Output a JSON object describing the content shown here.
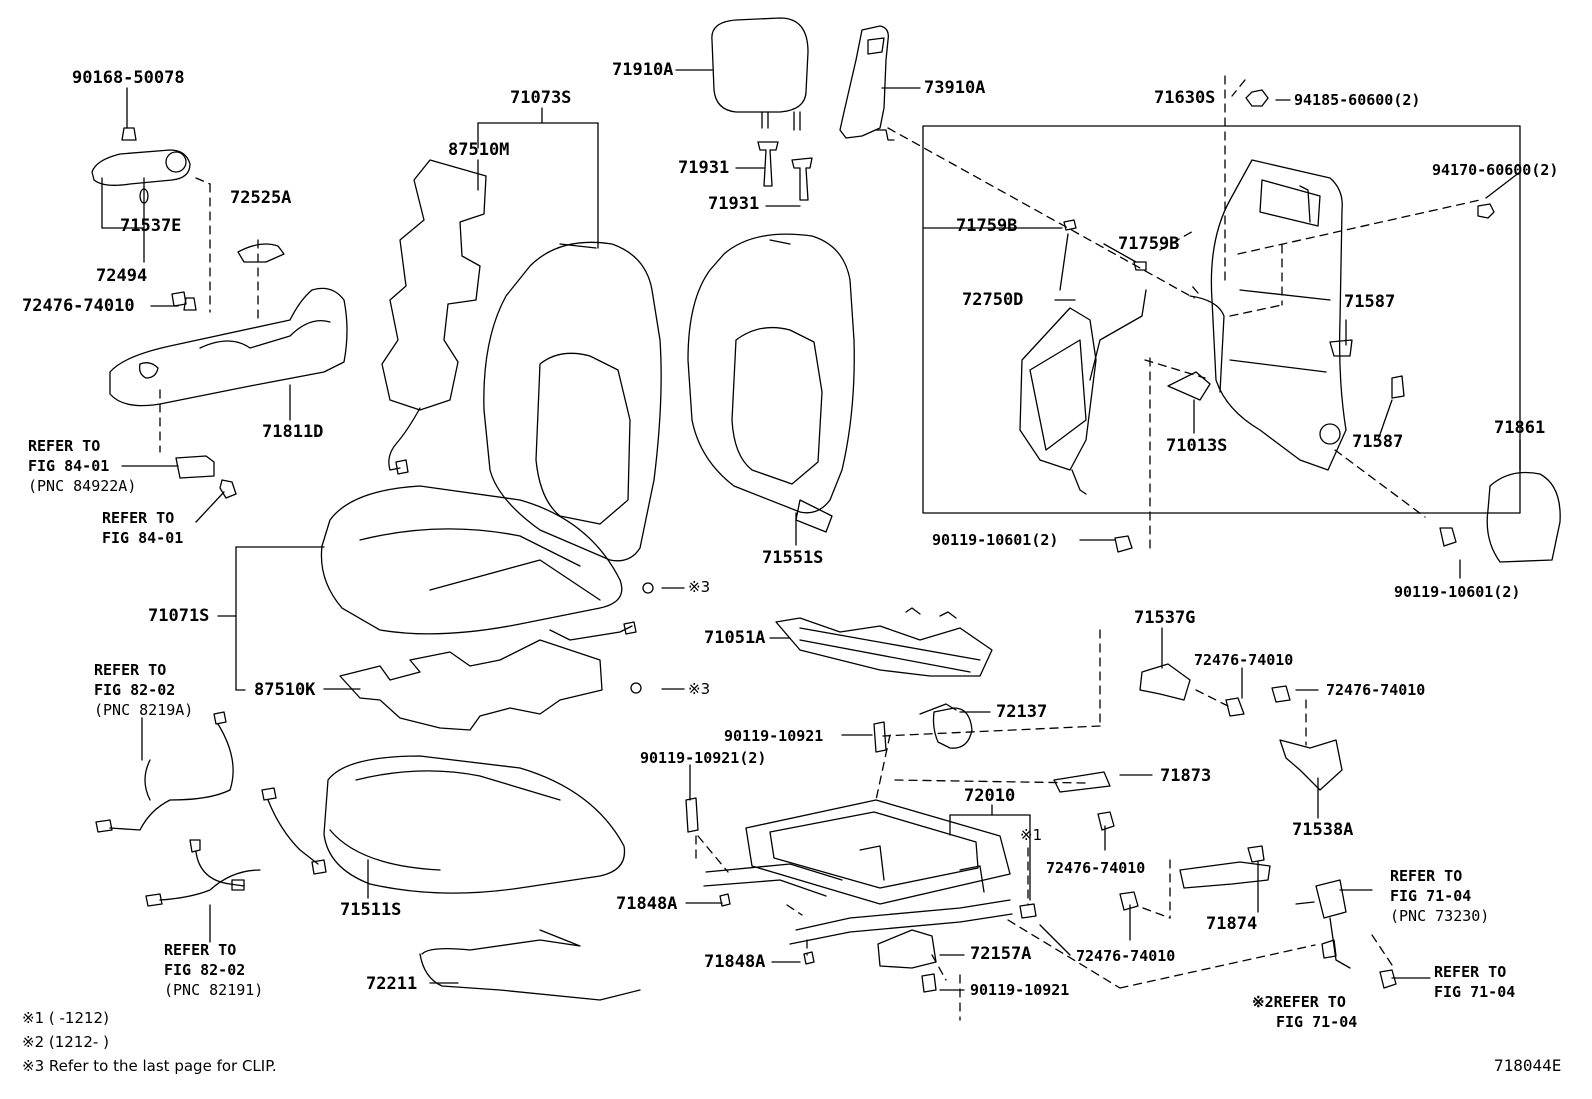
{
  "parts": {
    "p90168_50078": "90168-50078",
    "p71537E": "71537E",
    "p72494": "72494",
    "p72476_74010_a": "72476-74010",
    "p72525A": "72525A",
    "p71811D": "71811D",
    "p71073S": "71073S",
    "p87510M": "87510M",
    "p71910A": "71910A",
    "p71931_a": "71931",
    "p71931_b": "71931",
    "p73910A": "73910A",
    "p71630S": "71630S",
    "p94185_60600": "94185-60600(2)",
    "p94170_60600": "94170-60600(2)",
    "p71759B_a": "71759B",
    "p71759B_b": "71759B",
    "p72750D": "72750D",
    "p71587_a": "71587",
    "p71587_b": "71587",
    "p71013S": "71013S",
    "p71861": "71861",
    "p90119_10601_a": "90119-10601(2)",
    "p90119_10601_b": "90119-10601(2)",
    "p71551S": "71551S",
    "p71071S": "71071S",
    "p87510K": "87510K",
    "p71051A": "71051A",
    "p71537G": "71537G",
    "p72476_74010_b": "72476-74010",
    "p72476_74010_c": "72476-74010",
    "p72137": "72137",
    "p90119_10921_a": "90119-10921",
    "p90119_10921_b": "90119-10921(2)",
    "p71873": "71873",
    "p72010": "72010",
    "p71538A": "71538A",
    "p72476_74010_d": "72476-74010",
    "p71874": "71874",
    "p71848A_a": "71848A",
    "p71848A_b": "71848A",
    "p72157A": "72157A",
    "p72476_74010_e": "72476-74010",
    "p90119_10921_c": "90119-10921",
    "p71511S": "71511S",
    "p72211": "72211"
  },
  "refs": {
    "r1_line1": "REFER TO",
    "r1_line2": "FIG 84-01",
    "r1_line3": "(PNC 84922A)",
    "r2_line1": "REFER TO",
    "r2_line2": "FIG 84-01",
    "r3_line1": "REFER TO",
    "r3_line2": "FIG 82-02",
    "r3_line3": "(PNC 8219A)",
    "r4_line1": "REFER TO",
    "r4_line2": "FIG 82-02",
    "r4_line3": "(PNC 82191)",
    "r5_line1": "REFER TO",
    "r5_line2": "FIG 71-04",
    "r5_line3": "(PNC 73230)",
    "r6_line1": "REFER TO",
    "r6_line2": "FIG 71-04",
    "r7_line1": "※2REFER TO",
    "r7_line2": "FIG 71-04"
  },
  "markers": {
    "clip3_a": "※3",
    "clip3_b": "※3",
    "note1_marker": "※1"
  },
  "notes": {
    "n1": "※1 (     -1212)",
    "n2": "※2 (1212-     )",
    "n3": "※3  Refer to the last page for CLIP."
  },
  "diagram_id": "718044E"
}
